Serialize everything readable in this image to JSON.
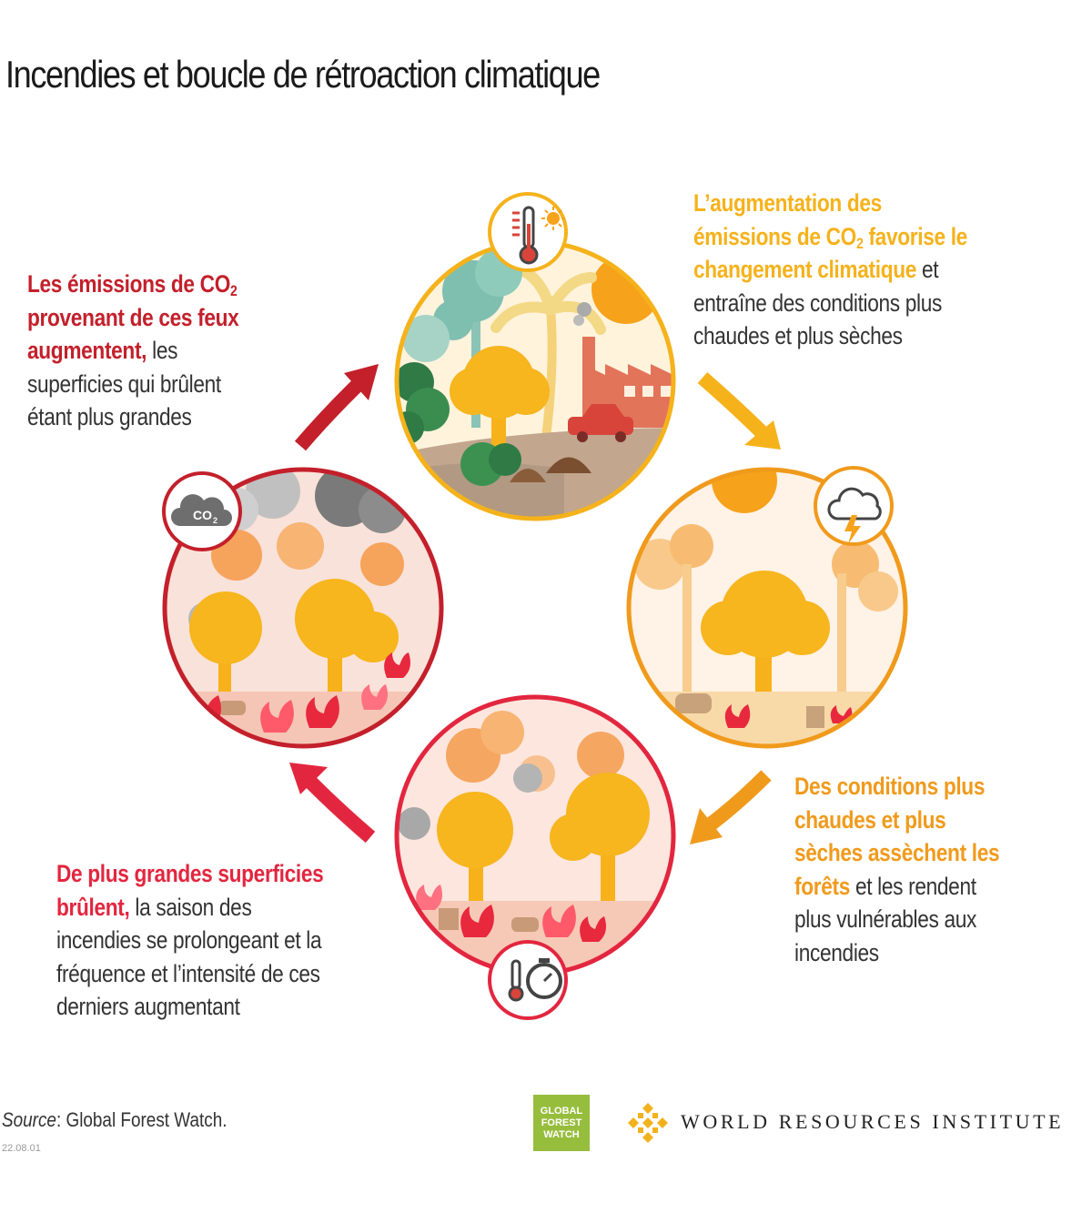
{
  "title": "Incendies et boucle de rétroaction climatique",
  "steps": [
    {
      "id": "top",
      "highlight_lines": [
        "L’augmentation des",
        "émissions de CO",
        "changement climatique"
      ],
      "co2_sub": "2",
      "after_co2": " favorise le",
      "normal_tail": " et",
      "normal_lines": [
        "entraîne des conditions plus",
        "chaudes et plus sèches"
      ],
      "color": "#f5b21b",
      "icon": "thermometer-sun-icon"
    },
    {
      "id": "right",
      "highlight_lines": [
        "Des conditions plus",
        "chaudes et plus",
        "sèches assèchent les",
        "forêts"
      ],
      "normal_tail": " et les rendent",
      "normal_lines": [
        "plus vulnérables aux",
        "incendies"
      ],
      "color": "#f09a1c",
      "icon": "storm-cloud-icon"
    },
    {
      "id": "bottom",
      "highlight_lines": [
        "De plus grandes superficies",
        "brûlent,"
      ],
      "normal_tail": " la saison des",
      "normal_lines": [
        "incendies se prolongeant et la",
        "fréquence et l’intensité de ces",
        "derniers augmentant"
      ],
      "color": "#e3263f",
      "icon": "thermometer-stopwatch-icon"
    },
    {
      "id": "left",
      "highlight_lines": [
        "Les émissions de CO",
        "provenant de ces feux",
        "augmentent,"
      ],
      "co2_sub": "2",
      "normal_tail": " les",
      "normal_lines": [
        "superficies qui brûlent",
        "étant plus grandes"
      ],
      "color": "#c3202b",
      "icon": "co2-cloud-icon",
      "icon_text": "CO",
      "icon_sub": "2"
    }
  ],
  "footer": {
    "source_label": "Source",
    "source_text": ":  Global Forest Watch.",
    "date": "22.08.01",
    "gfw_lines": [
      "GLOBAL",
      "FOREST",
      "WATCH"
    ],
    "wri": "WORLD RESOURCES INSTITUTE"
  },
  "colors": {
    "yellow": "#f5b21b",
    "orange": "#f09a1c",
    "pink": "#e3263f",
    "red": "#c3202b",
    "gfw_green": "#97bd3d"
  }
}
